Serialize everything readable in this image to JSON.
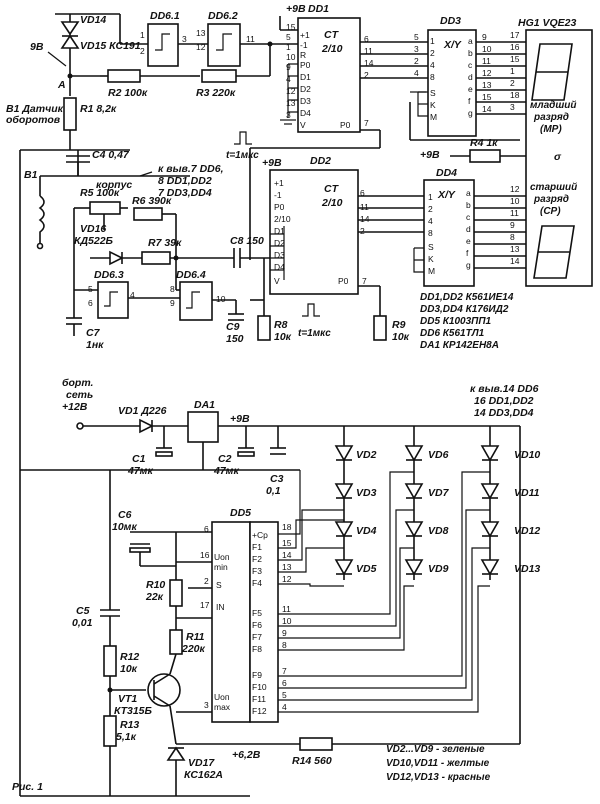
{
  "labels": {
    "vd14": "VD14",
    "vd15": "VD15 КС191",
    "nine_v": "9В",
    "a": "A",
    "r1": "R1 8,2к",
    "b1_top": "В1 Датчик",
    "b1_bot": "оборотов",
    "dd61": "DD6.1",
    "dd62": "DD6.2",
    "r2": "R2 100к",
    "r3": "R3 220к",
    "dd1": "DD1",
    "dd2": "DD2",
    "dd3": "DD3",
    "dd4": "DD4",
    "hg1": "HG1 VQE23",
    "younger_1": "младший",
    "younger_2": "разряд",
    "younger_3": "(МР)",
    "older_1": "старший",
    "older_2": "разряд",
    "older_3": "(СР)",
    "c4": "C4 0,47",
    "b1": "В1",
    "korpus": "корпус",
    "to_pins_1": "к выв.7 DD6,",
    "to_pins_2": "8 DD1,DD2",
    "to_pins_3": "7 DD3,DD4",
    "r5": "R5 100к",
    "r6": "R6 390к",
    "vd16_1": "VD16",
    "vd16_2": "КД522Б",
    "r7": "R7 39к",
    "c8": "C8 150",
    "dd63": "DD6.3",
    "dd64": "DD6.4",
    "c7_1": "C7",
    "c7_2": "1нк",
    "c9_1": "C9",
    "c9_2": "150",
    "r8_1": "R8",
    "r8_2": "10к",
    "r9_1": "R9",
    "r9_2": "10к",
    "t1": "t=1мкс",
    "t2": "t=1мкс",
    "plus9_1": "+9В",
    "plus9_2": "+9В",
    "plus9_3": "+9В",
    "r4": "R4 1к",
    "legend_1": "DD1,DD2 К561ИЕ14",
    "legend_2": "DD3,DD4 К176ИД2",
    "legend_3": "DD5 К1003ПП1",
    "legend_4": "DD6 К561ТЛ1",
    "legend_5": "DA1 КР142ЕН8А",
    "bort_1": "борт.",
    "bort_2": "сеть",
    "bort_3": "+12В",
    "vd1": "VD1 Д226",
    "da1": "DA1",
    "plus9_4": "+9В",
    "c1_1": "C1",
    "c1_2": "47мк",
    "c2_1": "C2",
    "c2_2": "47мк",
    "c3_1": "C3",
    "c3_2": "0,1",
    "to_top_1": "к выв.14 DD6",
    "to_top_2": "16 DD1,DD2",
    "to_top_3": "14 DD3,DD4",
    "vd2": "VD2",
    "vd3": "VD3",
    "vd4": "VD4",
    "vd5": "VD5",
    "vd6": "VD6",
    "vd7": "VD7",
    "vd8": "VD8",
    "vd9": "VD9",
    "vd10": "VD10",
    "vd11": "VD11",
    "vd12": "VD12",
    "vd13": "VD13",
    "c6_1": "C6",
    "c6_2": "10мк",
    "dd5": "DD5",
    "r10_1": "R10",
    "r10_2": "22к",
    "c5_1": "C5",
    "c5_2": "0,01",
    "r11_1": "R11",
    "r11_2": "220к",
    "r12_1": "R12",
    "r12_2": "10к",
    "vt1_1": "VT1",
    "vt1_2": "КТ315Б",
    "r13_1": "R13",
    "r13_2": "5,1к",
    "vd17_1": "VD17",
    "vd17_2": "КС162А",
    "v628": "+6,2В",
    "r14": "R14 560",
    "colors_1": "VD2...VD9 - зеленые",
    "colors_2": "VD10,VD11 - желтые",
    "colors_3": "VD12,VD13 - красные",
    "fig": "Рис. 1"
  },
  "chip_text": {
    "ct": "CT",
    "div": "2/10",
    "cp": "+Cp",
    "fp": "F1",
    "uop_min_1": "Uоп",
    "uop_min_2": "min",
    "s": "S",
    "in": "IN",
    "uop_max_1": "Uоп",
    "uop_max_2": "max",
    "xy": "X/Y",
    "f_pins": [
      "F1",
      "F2",
      "F3",
      "F4",
      "F5",
      "F6",
      "F7",
      "F8",
      "F9",
      "F10",
      "F11",
      "F12"
    ],
    "seg": [
      "a",
      "b",
      "c",
      "d",
      "e",
      "f",
      "g"
    ],
    "ctr_in": [
      "+1",
      "-1",
      "R",
      "P0",
      "D1",
      "D2",
      "D3",
      "D4",
      "V",
      "P0"
    ],
    "dec_in": [
      "1",
      "2",
      "4",
      "8",
      "S",
      "K",
      "M"
    ]
  }
}
